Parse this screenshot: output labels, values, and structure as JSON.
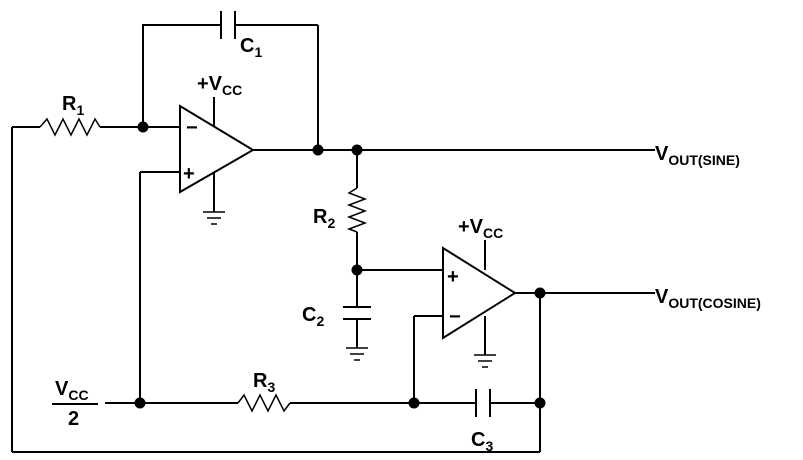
{
  "components": {
    "c1": {
      "main": "C",
      "sub": "1"
    },
    "c2": {
      "main": "C",
      "sub": "2"
    },
    "c3": {
      "main": "C",
      "sub": "3"
    },
    "r1": {
      "main": "R",
      "sub": "1"
    },
    "r2": {
      "main": "R",
      "sub": "2"
    },
    "r3": {
      "main": "R",
      "sub": "3"
    }
  },
  "supplies": {
    "opamp1_vcc": {
      "prefix": "+V",
      "sub": "CC"
    },
    "opamp2_vcc": {
      "prefix": "+V",
      "sub": "CC"
    },
    "ref": {
      "num_main": "V",
      "num_sub": "CC",
      "den": "2"
    }
  },
  "outputs": {
    "sine": {
      "main": "V",
      "sub": "OUT(SINE)"
    },
    "cosine": {
      "main": "V",
      "sub": "OUT(COSINE)"
    }
  },
  "opamp_symbols": {
    "minus": "−",
    "plus": "+"
  }
}
